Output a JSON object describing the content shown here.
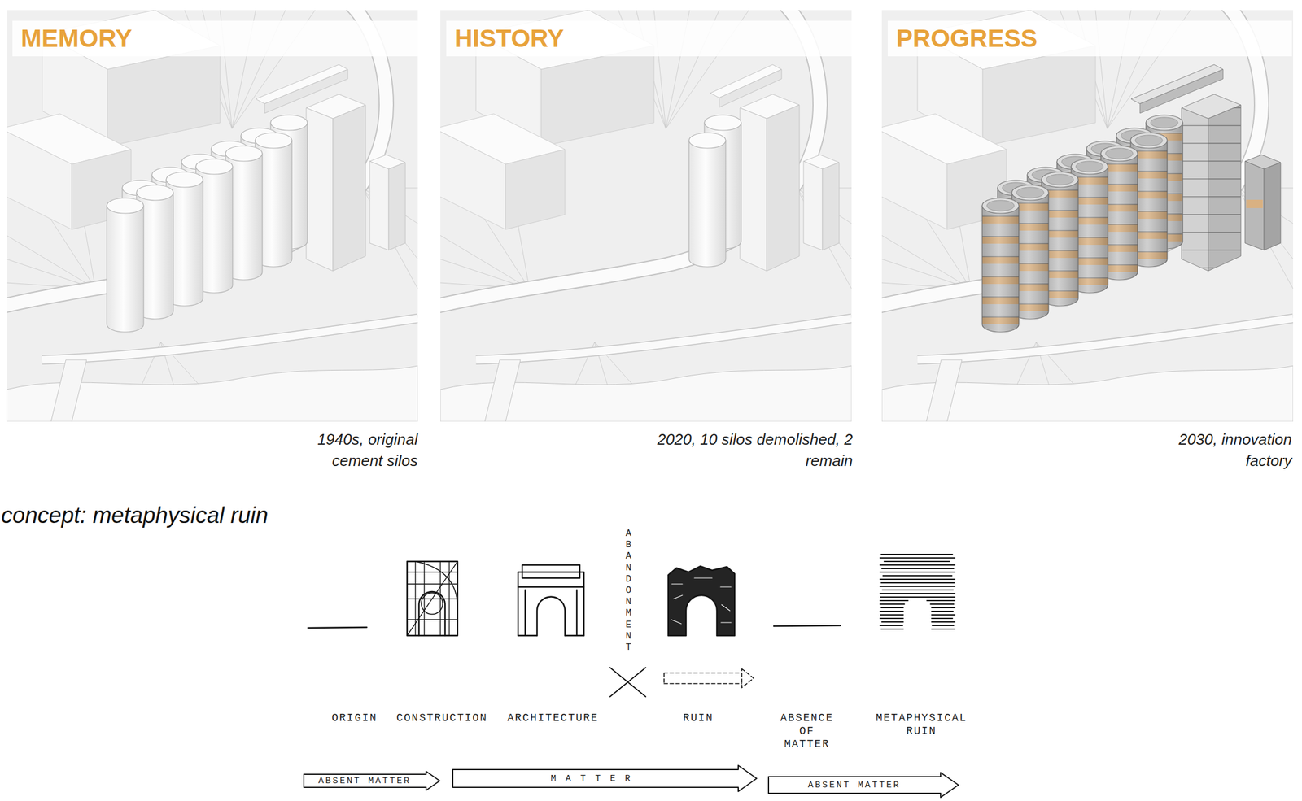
{
  "diagram": {
    "title": "concept: metaphysical ruin",
    "nodes": [
      {
        "text": [
          "MEMORY",
          "1940s, original cement silos"
        ]
      },
      {
        "text": [
          "HISTORY",
          "2020, 10 silos demolished, 2 remain"
        ]
      },
      {
        "text": [
          "PROGRESS",
          "2030, innovation factory"
        ]
      },
      {
        "text": [
          "ABSENT MATTER"
        ]
      },
      {
        "text": [
          "MATTER"
        ]
      },
      {
        "text": [
          "ABSENT MATTER"
        ]
      }
    ],
    "labels": [
      "ABANDONMENT",
      "ORIGIN",
      "CONSTRUCTION",
      "ARCHITECTURE",
      "RUIN",
      "ABSENCE OF MATTER",
      "METAPHYSICAL RUIN"
    ]
  }
}
